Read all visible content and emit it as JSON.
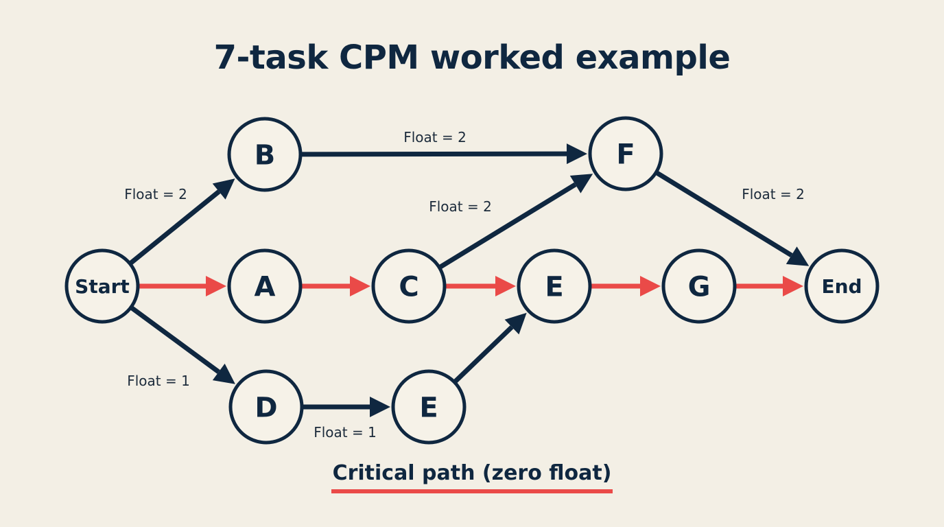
{
  "title": "7-task CPM worked example",
  "legend": "Critical path (zero float)",
  "colors": {
    "critical": "#ea4a48",
    "normal": "#0f2740",
    "node_fill": "#f6f2e8",
    "background": "#f3efe5"
  },
  "nodes": [
    {
      "id": "start",
      "label": "Start"
    },
    {
      "id": "A",
      "label": "A"
    },
    {
      "id": "B",
      "label": "B"
    },
    {
      "id": "C",
      "label": "C"
    },
    {
      "id": "D",
      "label": "D"
    },
    {
      "id": "E_low",
      "label": "E"
    },
    {
      "id": "E",
      "label": "E"
    },
    {
      "id": "F",
      "label": "F"
    },
    {
      "id": "G",
      "label": "G"
    },
    {
      "id": "end",
      "label": "End"
    }
  ],
  "edges": [
    {
      "from": "start",
      "to": "A",
      "critical": true,
      "label": ""
    },
    {
      "from": "A",
      "to": "C",
      "critical": true,
      "label": ""
    },
    {
      "from": "C",
      "to": "E",
      "critical": true,
      "label": ""
    },
    {
      "from": "E",
      "to": "G",
      "critical": true,
      "label": ""
    },
    {
      "from": "G",
      "to": "end",
      "critical": true,
      "label": ""
    },
    {
      "from": "start",
      "to": "B",
      "critical": false,
      "label": "Float = 2"
    },
    {
      "from": "B",
      "to": "F",
      "critical": false,
      "label": "Float = 2"
    },
    {
      "from": "C",
      "to": "F",
      "critical": false,
      "label": "Float = 2"
    },
    {
      "from": "F",
      "to": "end",
      "critical": false,
      "label": "Float = 2"
    },
    {
      "from": "start",
      "to": "D",
      "critical": false,
      "label": "Float = 1"
    },
    {
      "from": "D",
      "to": "E_low",
      "critical": false,
      "label": "Float = 1"
    },
    {
      "from": "E_low",
      "to": "E",
      "critical": false,
      "label": ""
    }
  ]
}
